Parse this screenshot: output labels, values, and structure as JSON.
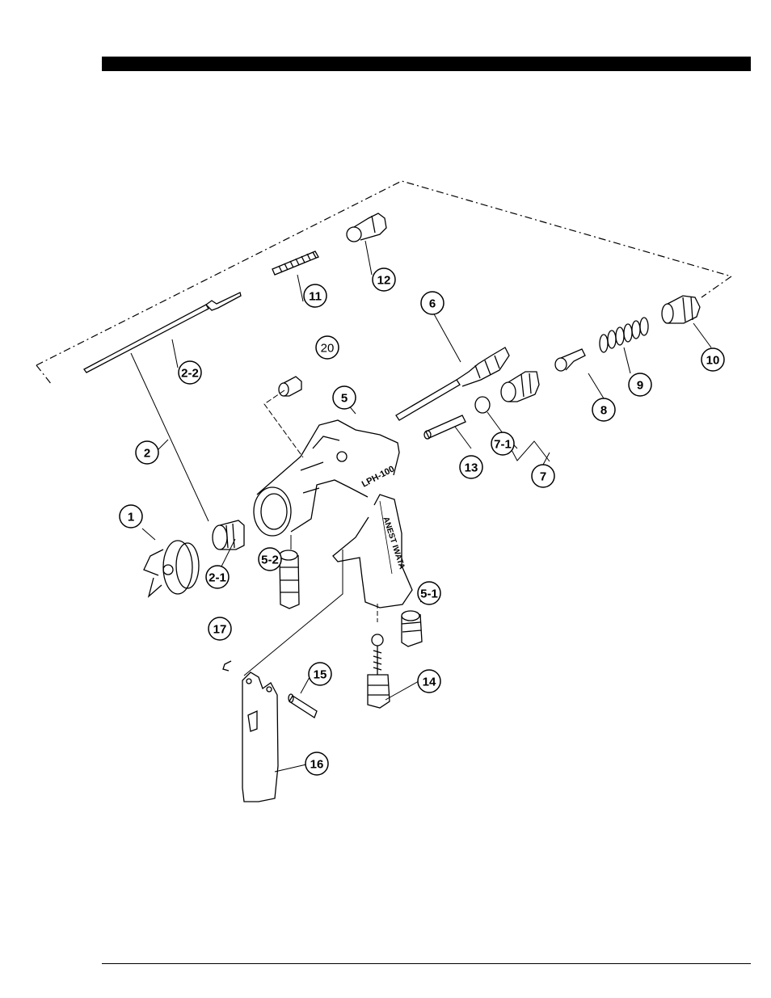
{
  "callouts": {
    "c1": "1",
    "c2": "2",
    "c2_1": "2-1",
    "c2_2": "2-2",
    "c5": "5",
    "c5_1": "5-1",
    "c5_2": "5-2",
    "c6": "6",
    "c7": "7",
    "c7_1": "7-1",
    "c8": "8",
    "c9": "9",
    "c10": "10",
    "c11": "11",
    "c12": "12",
    "c13": "13",
    "c14": "14",
    "c15": "15",
    "c16": "16",
    "c17": "17",
    "c20": "20"
  },
  "gun_body_text": "LPH-100",
  "handle_text": "ANEST IWATA"
}
